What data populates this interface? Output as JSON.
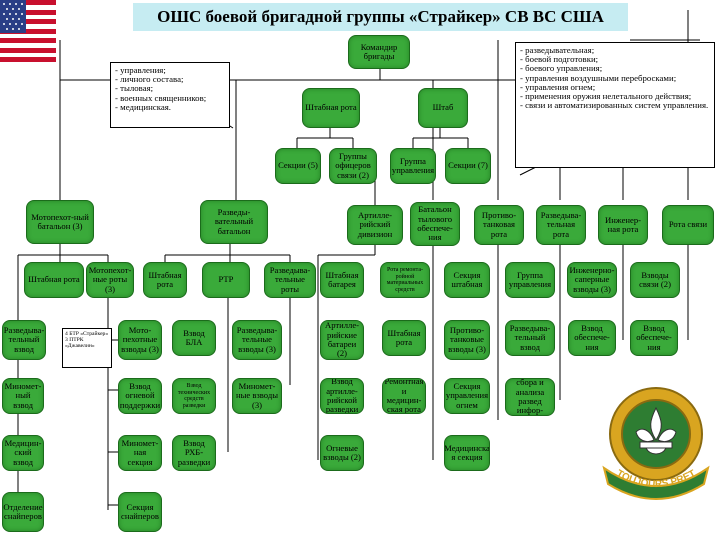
{
  "title": "ОШС боевой бригадной группы «Страйкер» СВ ВС США",
  "notes": {
    "brigade_command_functions": "- управления;\n- личного состава;\n- тыловая;\n- военных священников;\n- медицинская.",
    "hq_sections": "- разведывательная;\n- боевой подготовки;\n- боевого управления;\n- управления воздушными перебросками;\n- управления огнем;\n- применения оружия нелетального действия;\n- связи и автоматизированных систем управления.",
    "btr_note": "4 БТР «Страйкер» 3 ПТРК «Джавелин»"
  },
  "nodes": {
    "brigade_command": "Командир бригады",
    "brigade_staff_left": "Штабная рота",
    "hq": "Штаб",
    "sections": "Секции (5)",
    "liaison": "Группы офицеров связи (2)",
    "control_group": "Группа управления",
    "sections7": "Секции (7)",
    "infantry_bn": "Мотопехот-ный батальон (3)",
    "recon_bn": "Разведы-вательный батальон",
    "arty_div": "Артилле-рийский дивизион",
    "support_bn": "Батальон тылового обеспече-ния",
    "at_company": "Противо-танковая рота",
    "recon_company": "Разведыва-тельная рота",
    "engineer_company": "Инженер-ная рота",
    "signal_company": "Рота связи",
    "inf_hq_company": "Штабная рота",
    "inf_companies": "Мотопехот-ные роты (3)",
    "recon_hq_company": "Штабная рота",
    "rtr": "РТР",
    "recon_companies": "Разведыва-тельные роты",
    "arty_hq_battery": "Штабная батарея",
    "maint_company": "Рота ремонта-ройной материальных средств",
    "spt_hq_company": "Секция штабная",
    "recon_platoon_hq": "Разведыва-тельный взвод",
    "mortar_platoon_hq": "Миномет-ный взвод",
    "medical_platoon": "Медицин-ский взвод",
    "sniper_section": "Отделение снайперов",
    "motor_platoons": "Мото-пехотные взводы (3)",
    "fire_support_platoon": "Взвод огневой поддержки",
    "mortar_section": "Миномет-ная секция",
    "sniper_section2": "Секция снайперов",
    "uav_platoon": "Взвод БЛА",
    "tech_recon_platoon": "Взвод технических средств разведки",
    "rhbz_platoon": "Взвод РХБ-разведки",
    "recon_platoons": "Разведыва-тельные взводы (3)",
    "mortar_platoon3": "Миномет-ные взводы (3)",
    "arty_batteries": "Артилле-рийские батареи (2)",
    "arty_recon_platoon": "Взвод артилле-рийской разведки",
    "fire_platoons": "Огневые взводы (2)",
    "staff_company_spt": "Штабная рота",
    "repair_company": "Ремонтная и медицин-ская рота",
    "control_section": "Секция управления огнем",
    "medical_section": "Медицинска я секция",
    "at_hq": "Противо-танковые взводы (3)",
    "control_group2": "Группа управления",
    "recon_platoon2": "Разведыва-тельный взвод",
    "info_platoon": "Взвод сбора и анализа развед инфор-мации",
    "engineer_platoons": "Инженерно-саперные взводы (3)",
    "support_platoon": "Взвод обеспече-ния",
    "signal_platoons": "Взводы связи (2)",
    "support_platoon2": "Взвод обеспече-ния"
  },
  "insignia": {
    "motto": "TOUJOURS PRET"
  },
  "colors": {
    "node_fill": "#3aaa3a",
    "title_bg": "#c6ecf2",
    "insignia_gold": "#d9a520",
    "insignia_green": "#2e7d32"
  }
}
